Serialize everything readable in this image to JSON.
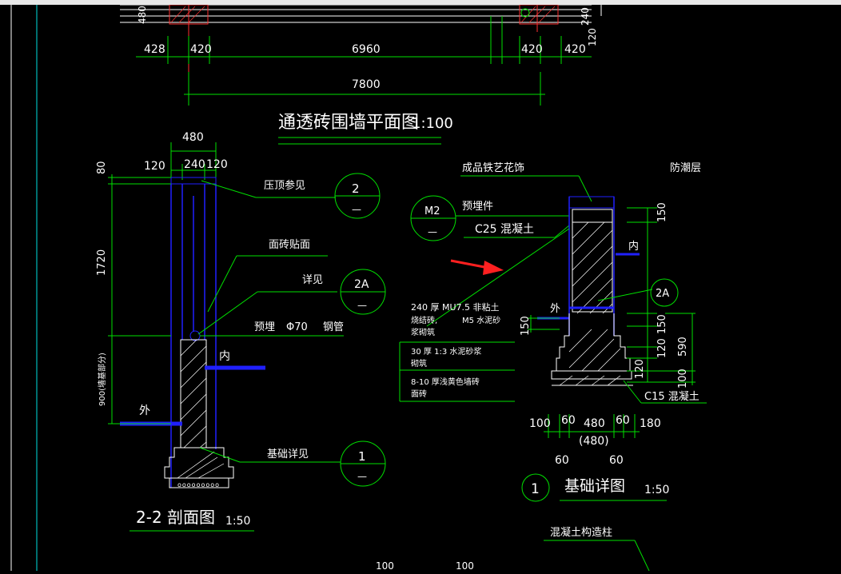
{
  "plan": {
    "dims_top": [
      "428",
      "420",
      "6960",
      "420",
      "420"
    ],
    "dim_total": "7800",
    "right_vertical": [
      "240",
      "120"
    ],
    "left_vertical": "480",
    "title": "通透砖围墙平面图",
    "scale": "1:100"
  },
  "section": {
    "top_dims": [
      "480",
      "120",
      "240",
      "120"
    ],
    "vertical_dims": [
      "80",
      "1720",
      "900(墙基部分)"
    ],
    "labels": {
      "cap": "压顶参见",
      "tile": "面砖贴面",
      "detail": "详见",
      "pipe": "预埋",
      "pipe_spec": "Φ70",
      "pipe_type": "钢管",
      "inside": "内",
      "outside": "外",
      "foundation": "基础详见"
    },
    "callouts": [
      {
        "top": "2",
        "bottom": "—"
      },
      {
        "top": "2A",
        "bottom": "—"
      },
      {
        "top": "1",
        "bottom": "—"
      }
    ],
    "title": "2-2 剖面图",
    "scale": "1:50"
  },
  "foundation": {
    "labels": {
      "iron": "成品铁艺花饰",
      "dpc": "防潮层",
      "embed": "预埋件",
      "concrete": "C25 混凝土",
      "inside": "内",
      "outside": "外",
      "c15": "C15 混凝土",
      "note1a": "240 厚  MU7.5  非粘土",
      "note1b": "烧结砖,",
      "note1c": "M5 水泥砂",
      "note1d": "浆砌筑",
      "note2a": "30 厚 1:3  水泥砂浆",
      "note2b": "砌筑",
      "note3a": "8-10  厚浅黄色墙砖",
      "note3b": "面砖"
    },
    "callouts": [
      {
        "top": "M2",
        "bottom": "—"
      },
      {
        "top": "2A",
        "bottom": ""
      },
      {
        "top": "1",
        "bottom": ""
      }
    ],
    "right_dims": [
      "150",
      "150",
      "120",
      "120",
      "590",
      "100"
    ],
    "left_dim": "150",
    "bottom_dims": [
      "100",
      "60",
      "480",
      "60",
      "180"
    ],
    "bottom_dims2": [
      "(480)"
    ],
    "bottom_dims3": [
      "60",
      "60"
    ],
    "title": "基础详图",
    "scale": "1:50"
  },
  "column_label": "混凝土构造柱",
  "bottom_partial": [
    "100",
    "100"
  ],
  "colors": {
    "green": "#00e000",
    "white": "#ffffff",
    "blue": "#2020ff",
    "red": "#ff2020",
    "cyan": "#00e0e0"
  }
}
